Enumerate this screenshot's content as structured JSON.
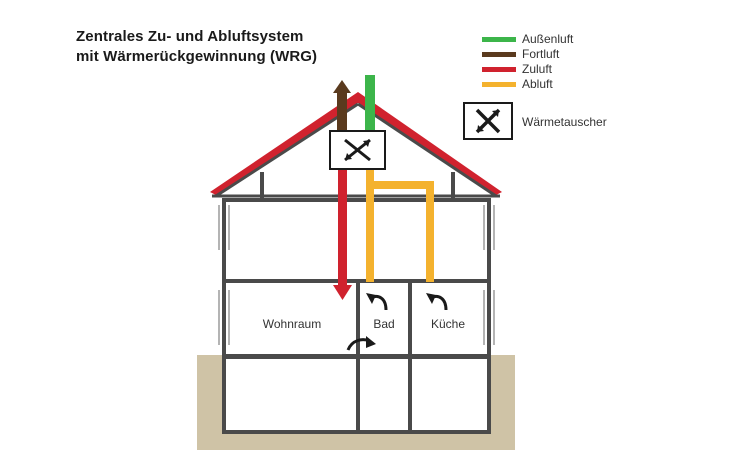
{
  "title": {
    "line1": "Zentrales Zu- und Abluftsystem",
    "line2": "mit Wärmerückgewinnung (WRG)"
  },
  "legend": [
    {
      "label": "Außenluft",
      "color": "#3cb54a"
    },
    {
      "label": "Fortluft",
      "color": "#5a3a1e"
    },
    {
      "label": "Zuluft",
      "color": "#d0222e"
    },
    {
      "label": "Abluft",
      "color": "#f4b22e"
    }
  ],
  "heat_exchanger": {
    "label": "Wärmetauscher",
    "icon": "heat-exchanger-icon"
  },
  "rooms": {
    "living": "Wohnraum",
    "bath": "Bad",
    "kitchen": "Küche"
  },
  "colors": {
    "roof": "#d0222e",
    "ground": "#cfc3a6",
    "walls": "#4a4a4a"
  }
}
